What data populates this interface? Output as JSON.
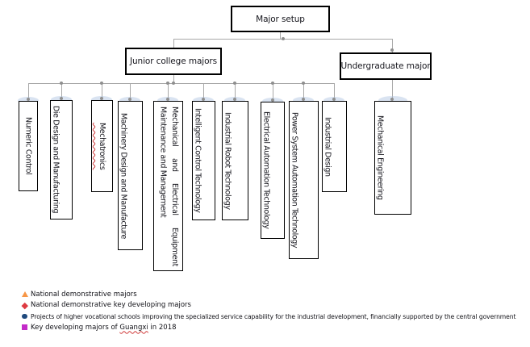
{
  "diagram": {
    "root": {
      "label": "Major setup"
    },
    "branches": {
      "junior": {
        "label": "Junior college majors"
      },
      "undergraduate": {
        "label": "Undergraduate major"
      }
    },
    "junior_majors": [
      {
        "label": "Numeric Control"
      },
      {
        "label": "Die Design and Manufacturing"
      },
      {
        "label": "Mechatronics",
        "spellcheck_flagged": true
      },
      {
        "label": "Machinery Design and Manufacture"
      },
      {
        "label": "Mechanical and Electrical Equipment Maintenance and Management",
        "line1_words": [
          "Mechanical",
          "and",
          "Electrical",
          "Equipment"
        ],
        "line2": "Maintenance and Management"
      },
      {
        "label": "Intelligent Control Technology"
      },
      {
        "label": "Industrial Robot Technology"
      },
      {
        "label": "Electrical Automation Technology"
      },
      {
        "label": "Power System Automation Technology"
      },
      {
        "label": "Industrial Design"
      }
    ],
    "undergraduate_majors": [
      {
        "label": "Mechanical Engineering"
      }
    ]
  },
  "legend": {
    "items": [
      {
        "marker": "triangle",
        "color": "#F79646",
        "label": "National demonstrative majors"
      },
      {
        "marker": "diamond",
        "color": "#DE3A41",
        "label": "National demonstrative key developing majors"
      },
      {
        "marker": "circle",
        "color": "#1F497D",
        "label": "Projects of higher vocational schools improving the specialized service capability for the industrial development, financially supported by the central government"
      },
      {
        "marker": "square",
        "color": "#C32BC8",
        "label": "Key developing majors of Guangxi in 2018",
        "label_prefix": "Key developing majors of ",
        "label_flagged_word": "Guangxi",
        "label_suffix": " in 2018",
        "flagged_word_spellcheck": true
      }
    ]
  },
  "styles": {
    "connector_color": "#A8A8A8",
    "box_border_color": "#000000",
    "spellcheck_underline_color": "#D03B3B"
  }
}
